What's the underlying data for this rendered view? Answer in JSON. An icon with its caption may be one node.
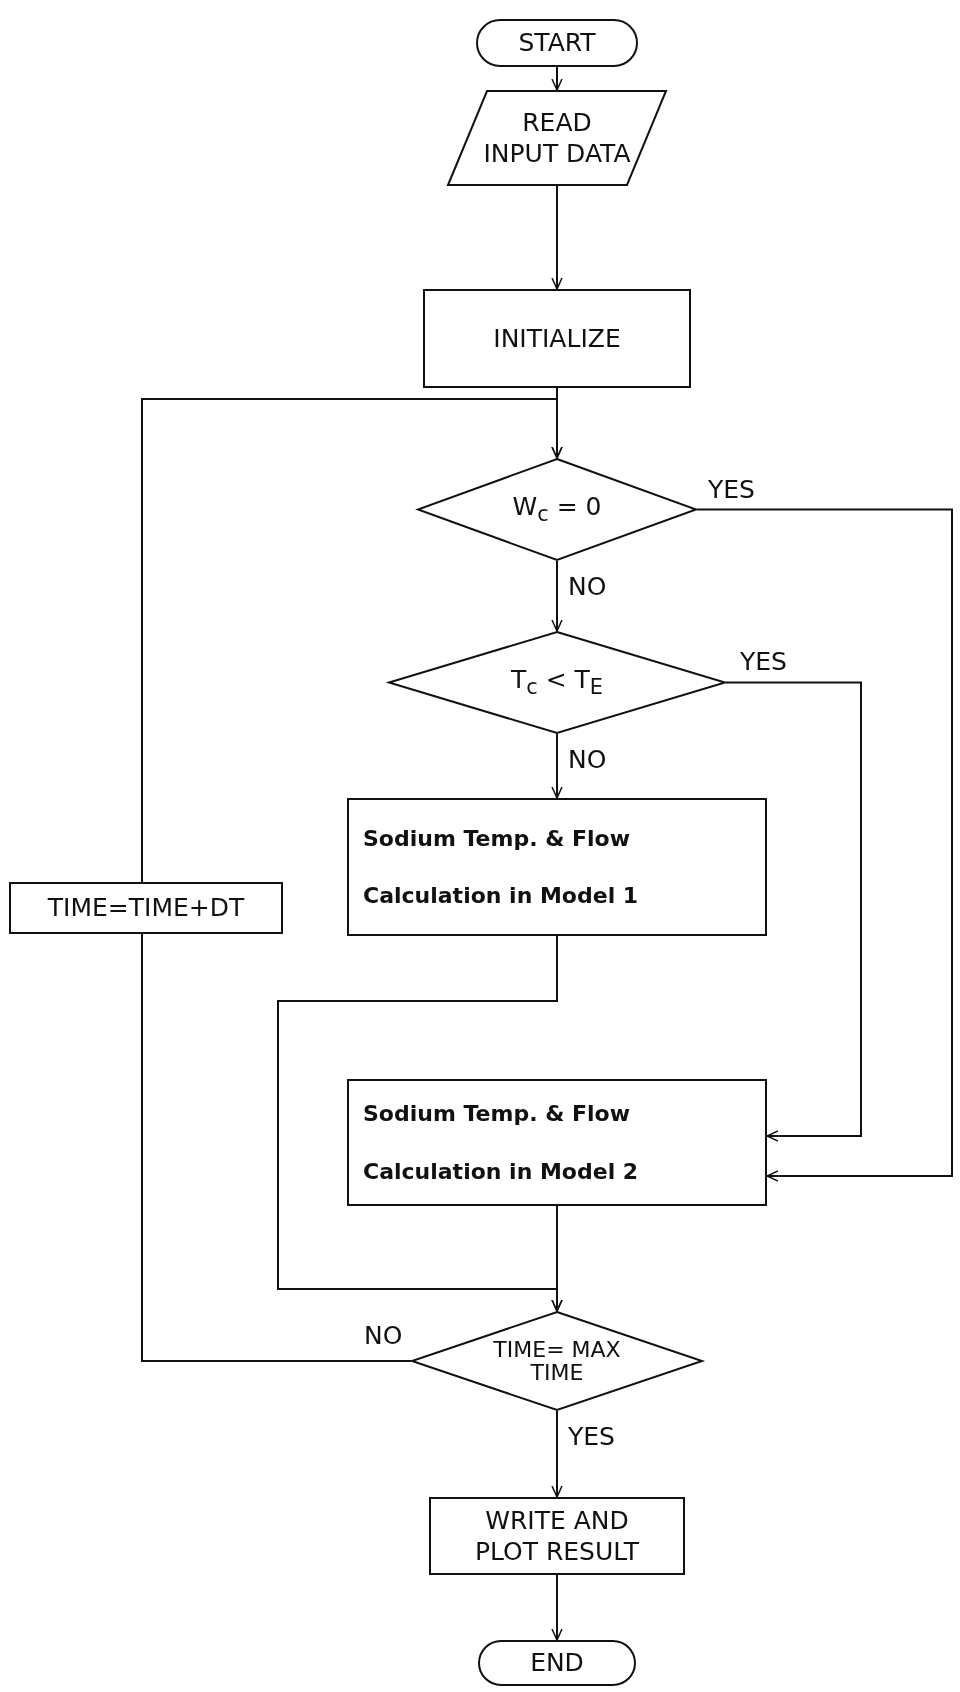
{
  "diagram": {
    "nodes": [
      {
        "text": [
          "START"
        ]
      },
      {
        "text": [
          "READ INPUT DATA"
        ]
      },
      {
        "text": [
          "INITIALIZE"
        ]
      },
      {
        "text": [
          "W$_{c}$ = 0"
        ]
      },
      {
        "text": [
          "T$_{c}$ < T$_{E}$"
        ]
      },
      {
        "text": [
          "Sodium Temp. & Flow Calculation in Model 1"
        ]
      },
      {
        "text": [
          "TIME=TIME+DT"
        ]
      },
      {
        "text": [
          "Sodium Temp. & Flow Calculation in Model 2"
        ]
      },
      {
        "text": [
          "TIME= MAX TIME"
        ]
      },
      {
        "text": [
          "WRITE AND PLOT RESULT"
        ]
      },
      {
        "text": [
          "END"
        ]
      }
    ],
    "edges": [
      {
        "from": 0,
        "to": 1,
        "arrow": "to"
      },
      {
        "from": 1,
        "to": 2,
        "arrow": "to"
      },
      {
        "from": 2,
        "to": 3,
        "arrow": "to"
      },
      {
        "from": 3,
        "to": 4,
        "arrow": "to",
        "label": "NO"
      },
      {
        "from": 3,
        "to": 7,
        "arrow": "to",
        "label": "YES"
      },
      {
        "from": 4,
        "to": 5,
        "arrow": "to",
        "label": "NO"
      },
      {
        "from": 4,
        "to": 7,
        "arrow": "to",
        "label": "YES"
      },
      {
        "from": 5,
        "to": 8,
        "arrow": "to"
      },
      {
        "from": 7,
        "to": 8,
        "arrow": "to"
      },
      {
        "from": 8,
        "to": 6,
        "arrow": "none",
        "label": "NO"
      },
      {
        "from": 6,
        "to": 3,
        "arrow": "to"
      },
      {
        "from": 8,
        "to": 9,
        "arrow": "to",
        "label": "YES"
      },
      {
        "from": 9,
        "to": 10,
        "arrow": "to"
      }
    ]
  }
}
